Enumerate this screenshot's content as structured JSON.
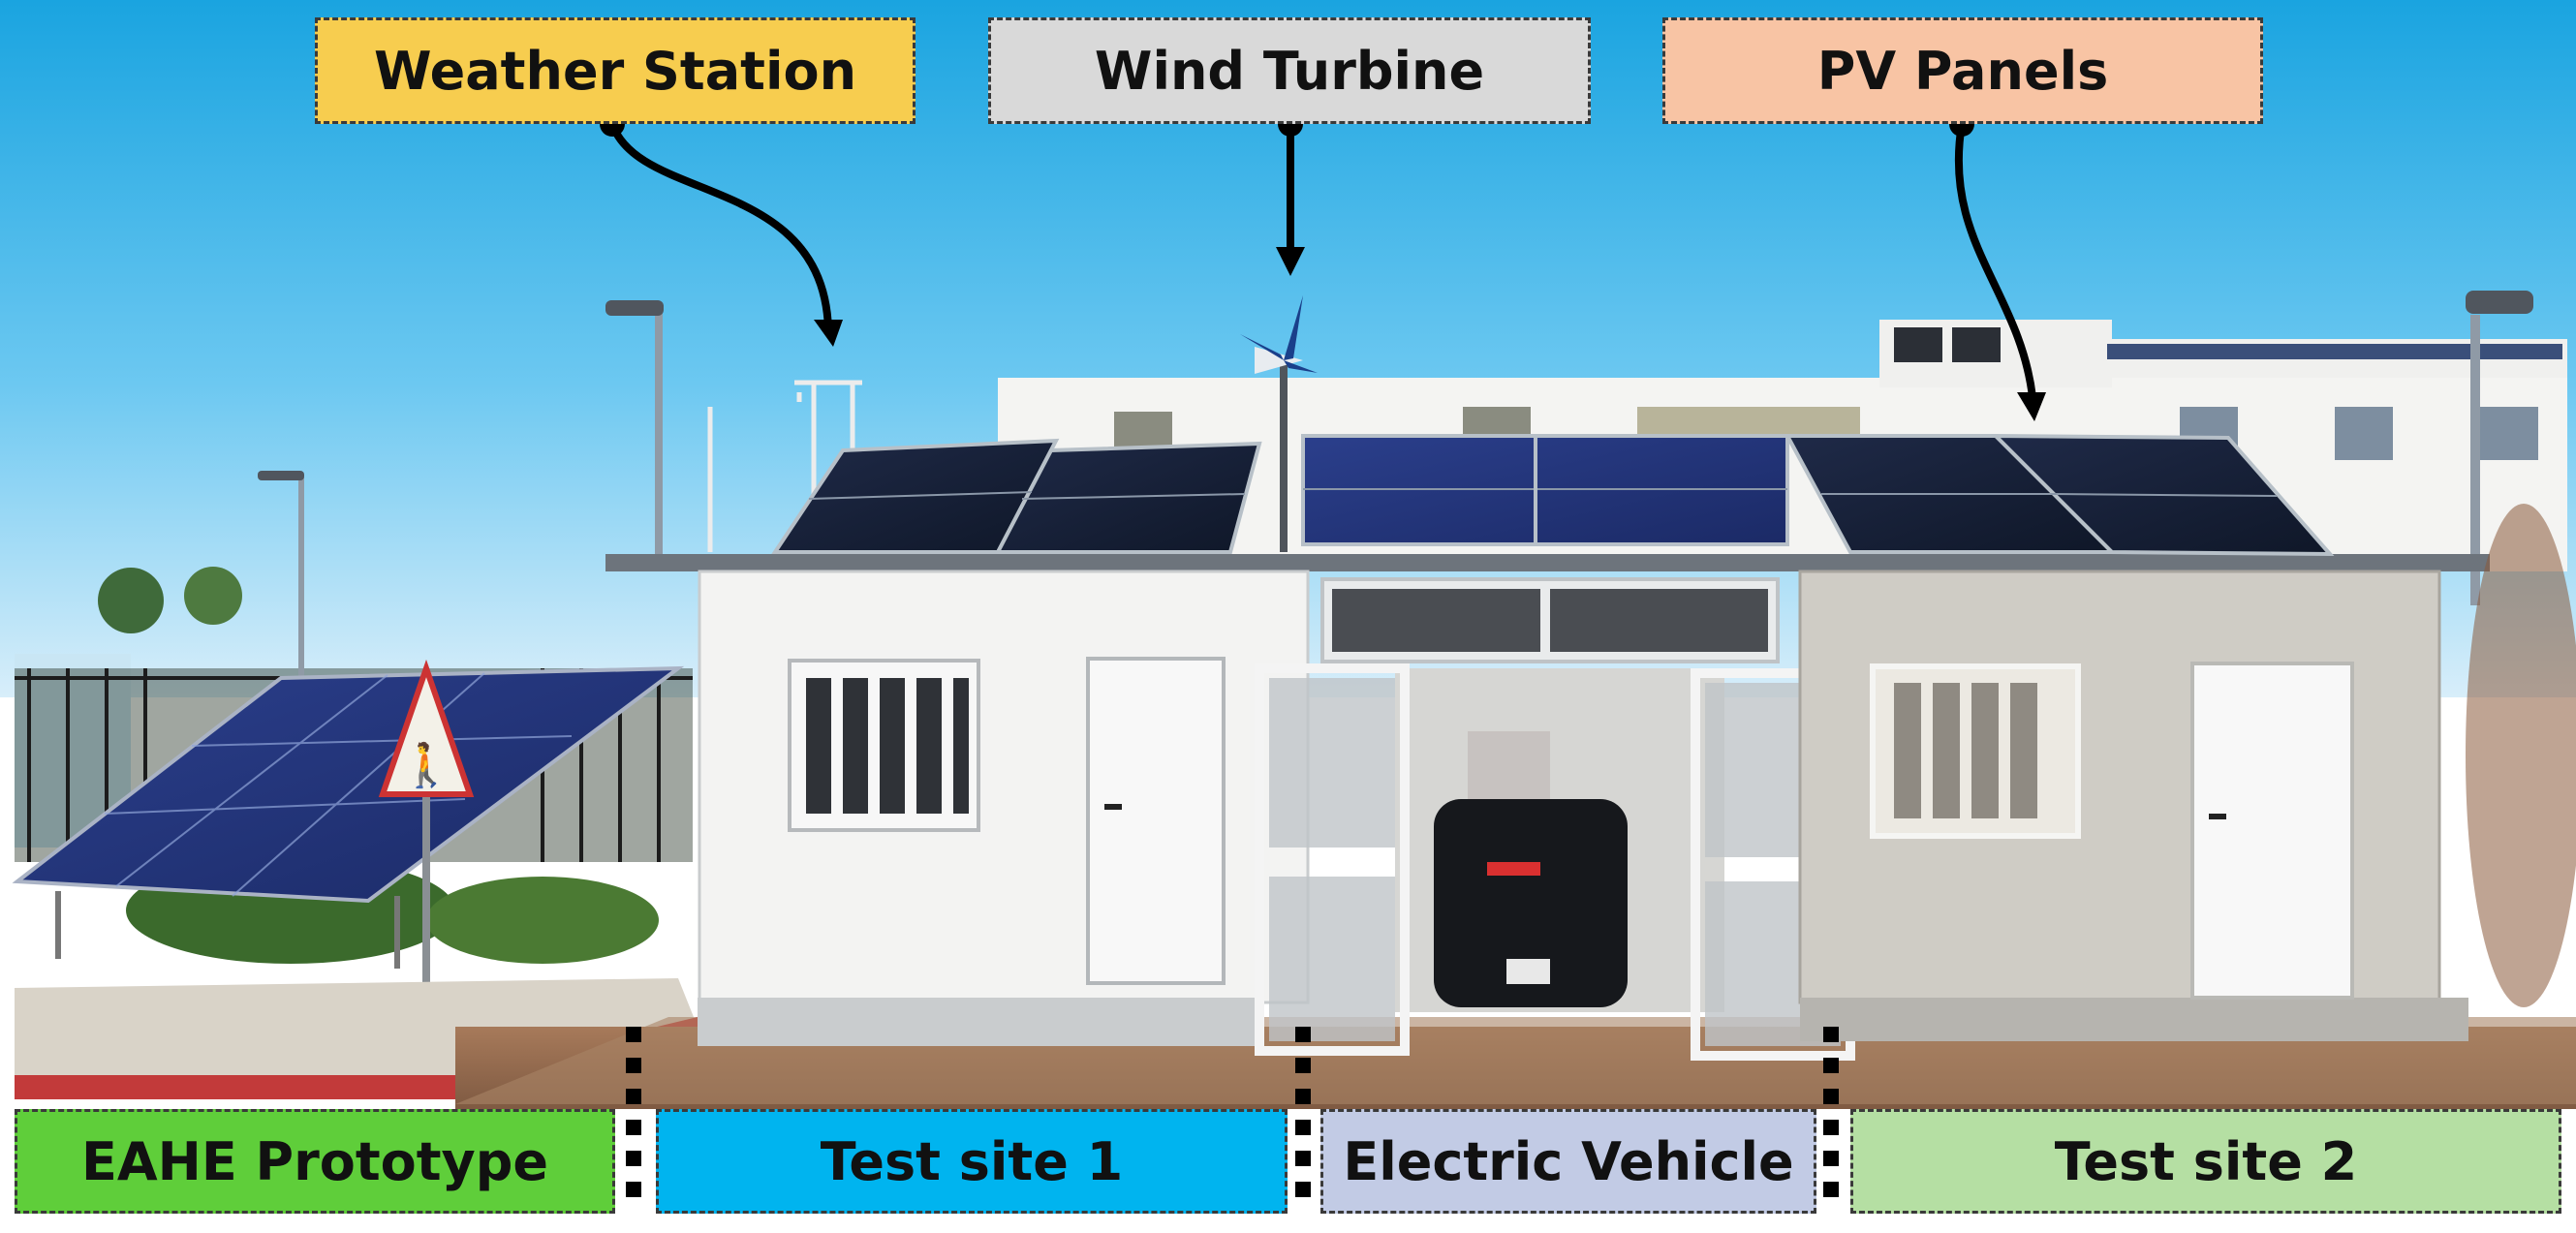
{
  "labels": {
    "weather_station": "Weather Station",
    "wind_turbine": "Wind Turbine",
    "pv_panels": "PV Panels",
    "eahe_prototype": "EAHE Prototype",
    "test_site_1": "Test site 1",
    "electric_vehicle": "Electric Vehicle",
    "test_site_2": "Test site 2"
  },
  "colors": {
    "weather_station": "#f7cd4f",
    "wind_turbine": "#d9d9d9",
    "pv_panels": "#f8c4a4",
    "eahe_prototype": "#5fce3a",
    "test_site_1": "#00b4ef",
    "electric_vehicle": "#c2cbe5",
    "test_site_2": "#b5dfa3"
  }
}
